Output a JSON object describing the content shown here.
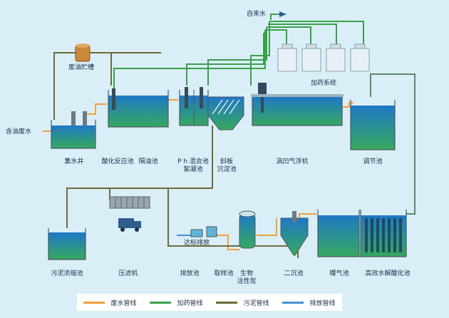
{
  "labels": {
    "tap_water": "自来水",
    "waste_oil_tank": "废油贮槽",
    "oily_wastewater": "含油废水",
    "dosing_system": "加药系统",
    "collection_well": "集水井",
    "acidification_tank": "酸化反应池",
    "oil_separator": "隔油池",
    "ph_mixing_line1": "P h 混合池",
    "ph_mixing_line2": "絮凝池",
    "inclined_plate_line1": "斜板",
    "inclined_plate_line2": "沉淀池",
    "vortex_flotation": "涡凹气浮机",
    "equalization_tank": "调节池",
    "sludge_thickener": "污泥浓缩池",
    "filter_press": "压滤机",
    "discharge_standard": "达标排放",
    "discharge_pool": "排放池",
    "sampling_pool": "取样池",
    "bio_carbon_line1": "生物",
    "bio_carbon_line2": "活性炭",
    "secondary_clarifier": "二沉池",
    "aeration_tank": "曝气池",
    "hydrolysis_tank": "高效水解酸化池"
  },
  "legend": [
    {
      "label": "废水管线",
      "color": "#f0a040"
    },
    {
      "label": "加药管线",
      "color": "#3aa04a"
    },
    {
      "label": "污泥管线",
      "color": "#6e6a3a"
    },
    {
      "label": "排放管线",
      "color": "#4a8fd0"
    }
  ],
  "colors": {
    "wastewater": "#f0a040",
    "dosing": "#3aa04a",
    "sludge": "#6e6a3a",
    "discharge": "#4a8fd0",
    "water_top": "#1e7fc8",
    "water_bottom": "#3aa860"
  }
}
